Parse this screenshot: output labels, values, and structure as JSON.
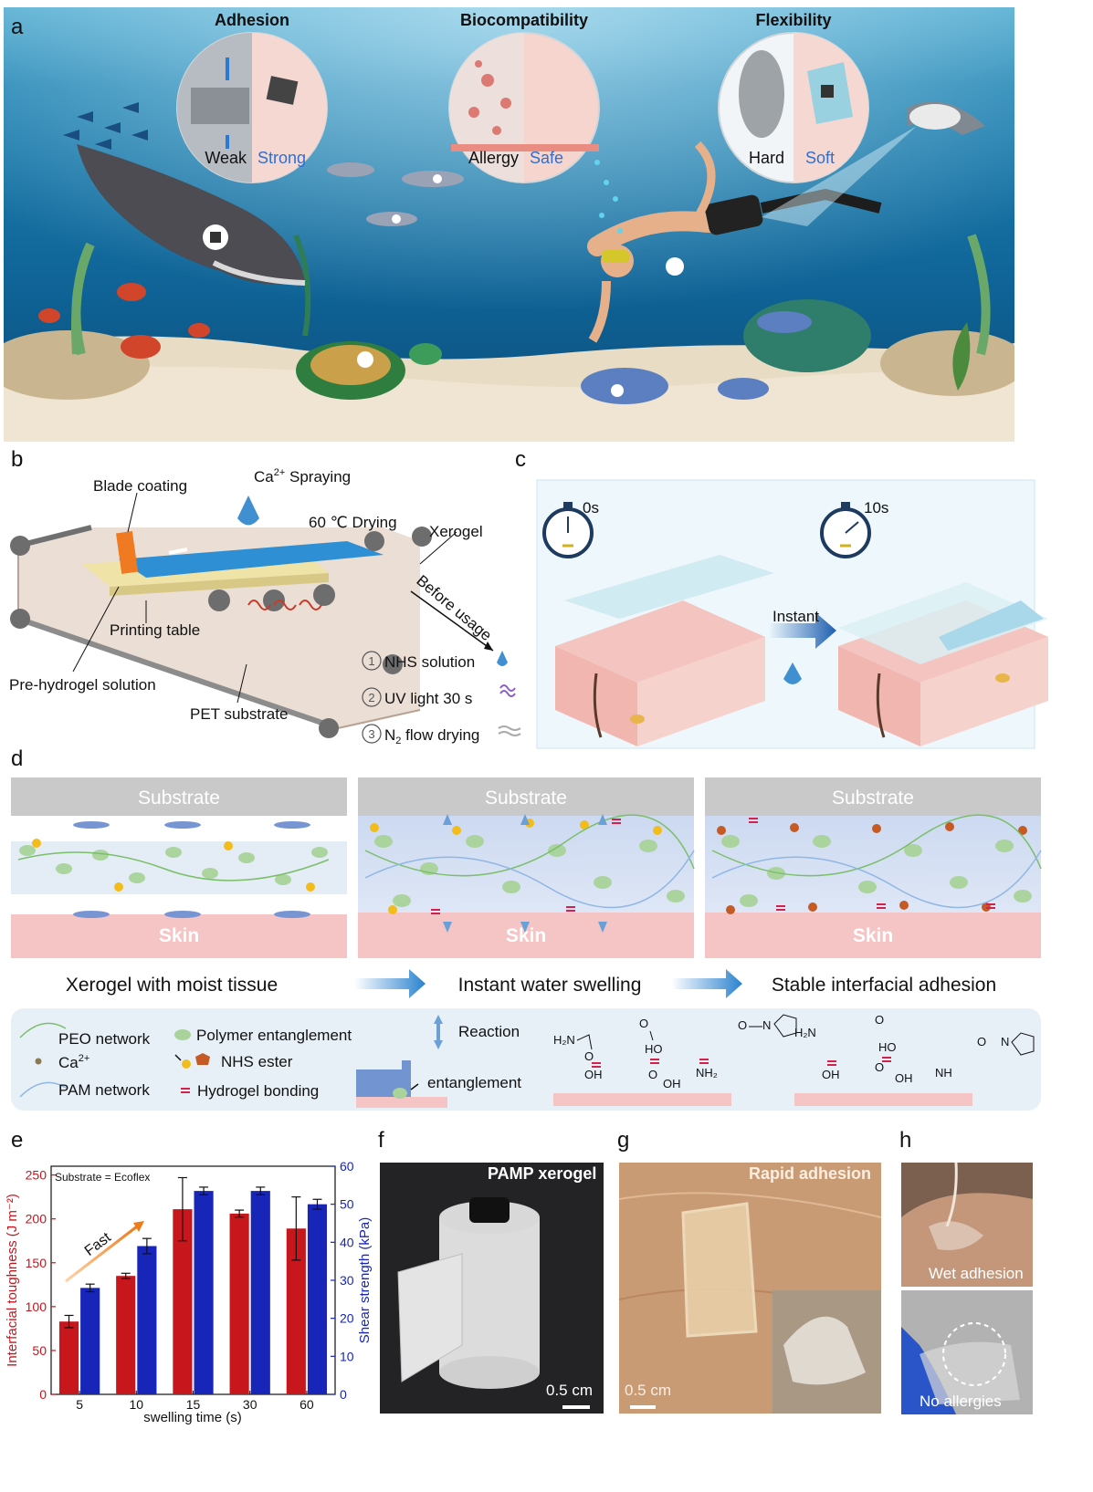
{
  "panel_a": {
    "label": "a",
    "circles": [
      {
        "title": "Adhesion",
        "left": "Weak",
        "right": "Strong"
      },
      {
        "title": "Biocompatibility",
        "left": "Allergy",
        "right": "Safe"
      },
      {
        "title": "Flexibility",
        "left": "Hard",
        "right": "Soft"
      }
    ],
    "colors": {
      "water_top": "#1d7fb0",
      "water_bottom": "#0c4f7e",
      "sand": "#e9dcc3",
      "label_blue": "#2f6fd0"
    }
  },
  "panel_b": {
    "label": "b",
    "labels": {
      "blade": "Blade coating",
      "spray_pre": "Ca",
      "spray_sup": "2+",
      "spray_post": " Spraying",
      "drying": "60 ℃ Drying",
      "xerogel": "Xerogel",
      "before": "Before usage",
      "table": "Printing table",
      "solution": "Pre-hydrogel solution",
      "pet": "PET substrate"
    },
    "steps": [
      {
        "num": "1",
        "text": "NHS solution",
        "sub": ""
      },
      {
        "num": "2",
        "text": "UV light 30 s",
        "sub": ""
      },
      {
        "num": "3",
        "text": "N",
        "sub": "2",
        "tail": " flow drying"
      }
    ]
  },
  "panel_c": {
    "label": "c",
    "time_start": "0s",
    "time_end": "10s",
    "arrow_label": "Instant"
  },
  "panel_d": {
    "label": "d",
    "substrate": "Substrate",
    "skin": "Skin",
    "stages": [
      "Xerogel with moist tissue",
      "Instant water swelling",
      "Stable interfacial adhesion"
    ],
    "legend": {
      "peo": "PEO network",
      "ca_pre": "Ca",
      "ca_sup": "2+",
      "pam": "PAM network",
      "entangle": "Polymer  entanglement",
      "nhs": "NHS ester",
      "bond": "Hydrogel bonding",
      "reaction": "Reaction",
      "entanglement": "entanglement"
    },
    "chem": {
      "h2n": "H₂N",
      "o": "O",
      "ho": "HO",
      "oh": "OH",
      "nh2": "NH₂",
      "nh": "NH",
      "n": "N"
    }
  },
  "panel_e": {
    "label": "e",
    "annotation": "Substrate = Ecoflex",
    "arrow_label": "Fast"
  },
  "chart_data": {
    "type": "bar",
    "categories": [
      "5",
      "10",
      "15",
      "30",
      "60"
    ],
    "xlabel": "swelling time (s)",
    "series": [
      {
        "name": "",
        "axis": "left",
        "color": "#c8161d",
        "values": [
          83,
          135,
          211,
          206,
          189
        ],
        "errors": [
          7,
          3,
          36,
          4,
          36
        ]
      },
      {
        "name": "",
        "axis": "right",
        "color": "#1726b8",
        "values": [
          28,
          39,
          53.5,
          53.5,
          50
        ],
        "errors": [
          1,
          2,
          1,
          1,
          1.3
        ]
      }
    ],
    "ylabel_left": "Interfacial toughness (J m⁻²)",
    "ylabel_right": "Shear strength (kPa)",
    "ylim_left": [
      0,
      260
    ],
    "ylim_right": [
      0,
      60
    ],
    "yticks_left": [
      0,
      50,
      100,
      150,
      200,
      250
    ],
    "yticks_right": [
      0,
      10,
      20,
      30,
      40,
      50,
      60
    ],
    "grid": false
  },
  "panel_f": {
    "label": "f",
    "title": "PAMP xerogel",
    "scale": "0.5 cm"
  },
  "panel_g": {
    "label": "g",
    "title": "Rapid adhesion",
    "scale": "0.5 cm"
  },
  "panel_h": {
    "label": "h",
    "top": "Wet adhesion",
    "bottom": "No allergies"
  }
}
